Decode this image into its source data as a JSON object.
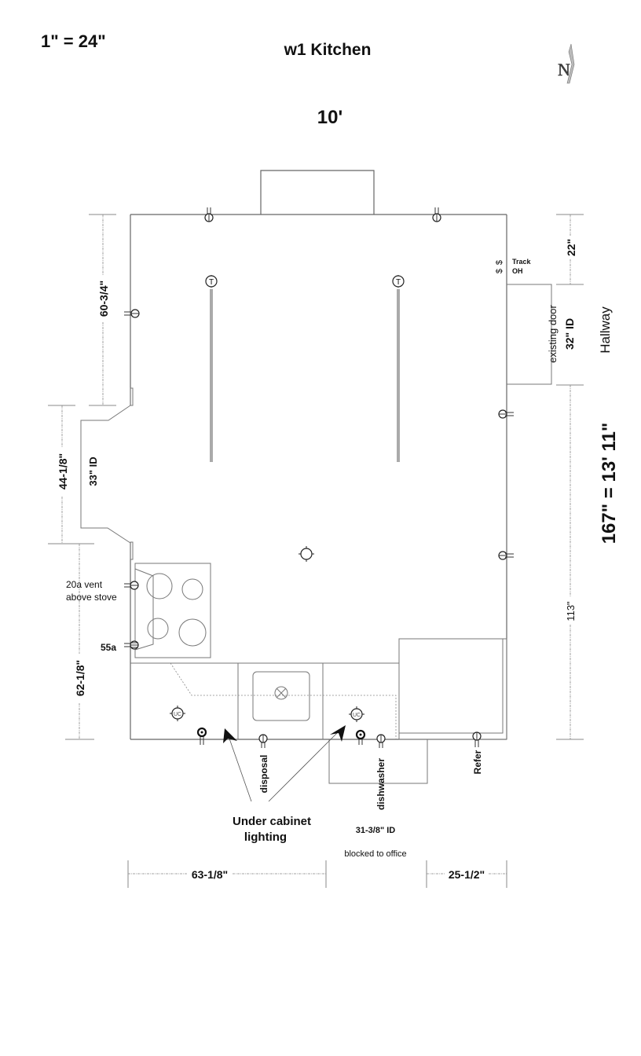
{
  "header": {
    "scale": "1\" = 24\"",
    "title": "w1 Kitchen",
    "north_label": "N",
    "top_width": "10'"
  },
  "room_dims": {
    "overall_length": "167\" = 13' 11\"",
    "hallway": "Hallway",
    "door_existing": "existing door",
    "door_existing_width": "32\" ID",
    "right_top_offset": "22\"",
    "right_bottom_run": "113\"",
    "left_top_run": "60-3/4\"",
    "left_opening_run": "44-1/8\"",
    "left_opening_width": "33\" ID",
    "left_bottom_run": "62-1/8\"",
    "bottom_left_run": "63-1/8\"",
    "bottom_right_run": "25-1/2\"",
    "bottom_opening_width": "31-3/8\" ID",
    "bottom_opening_note": "blocked to office"
  },
  "annotations": {
    "switch_track": "Track",
    "switch_oh": "OH",
    "vent_outlet": "20a vent",
    "vent_outlet_line2": "above stove",
    "stove_outlet": "55a",
    "disposal": "disposal",
    "dishwasher": "dishwasher",
    "refer": "Refer",
    "under_cabinet_line1": "Under cabinet",
    "under_cabinet_line2": "lighting",
    "track_light_symbol": "T",
    "uc_symbol": "UC",
    "switch_symbol": "$"
  }
}
